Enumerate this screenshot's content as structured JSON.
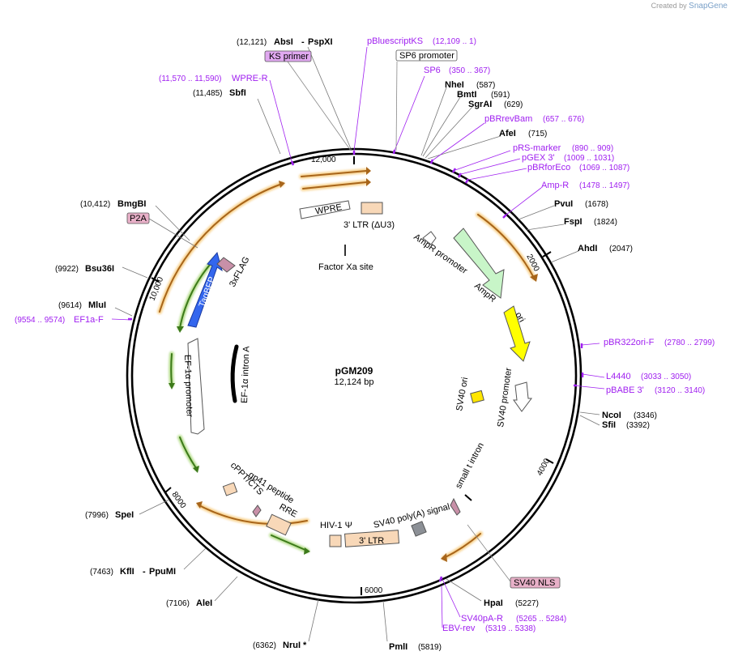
{
  "credit": {
    "prefix": "Created by",
    "brand": "SnapGene"
  },
  "plasmid": {
    "name": "pGM209",
    "size": "12,124 bp"
  },
  "ticks": [
    "12,000",
    "2000",
    "4000",
    "6000",
    "8000",
    "10,000"
  ],
  "enzymes": [
    {
      "name": "AbsI",
      "coord": "(12,121)"
    },
    {
      "name": "PspXI",
      "coord": ""
    },
    {
      "name": "SbfI",
      "coord": "(11,485)"
    },
    {
      "name": "NheI",
      "coord": "(587)"
    },
    {
      "name": "BmtI",
      "coord": "(591)"
    },
    {
      "name": "SgrAI",
      "coord": "(629)"
    },
    {
      "name": "AfeI",
      "coord": "(715)"
    },
    {
      "name": "PvuI",
      "coord": "(1678)"
    },
    {
      "name": "FspI",
      "coord": "(1824)"
    },
    {
      "name": "AhdI",
      "coord": "(2047)"
    },
    {
      "name": "NcoI",
      "coord": "(3346)"
    },
    {
      "name": "SfiI",
      "coord": "(3392)"
    },
    {
      "name": "HpaI",
      "coord": "(5227)"
    },
    {
      "name": "PmlI",
      "coord": "(5819)"
    },
    {
      "name": "NruI *",
      "coord": "(6362)"
    },
    {
      "name": "AleI",
      "coord": "(7106)"
    },
    {
      "name": "KflI",
      "coord": "(7463)"
    },
    {
      "name": "PpuMI",
      "coord": ""
    },
    {
      "name": "SpeI",
      "coord": "(7996)"
    },
    {
      "name": "MluI",
      "coord": "(9614)"
    },
    {
      "name": "Bsu36I",
      "coord": "(9922)"
    },
    {
      "name": "BmgBI",
      "coord": "(10,412)"
    }
  ],
  "primers": [
    {
      "name": "pBluescriptKS",
      "coord": "(12,109 .. 1)"
    },
    {
      "name": "SP6",
      "coord": "(350 .. 367)"
    },
    {
      "name": "pBRrevBam",
      "coord": "(657 .. 676)"
    },
    {
      "name": "pRS-marker",
      "coord": "(890 .. 909)"
    },
    {
      "name": "pGEX 3'",
      "coord": "(1009 .. 1031)"
    },
    {
      "name": "pBRforEco",
      "coord": "(1069 .. 1087)"
    },
    {
      "name": "Amp-R",
      "coord": "(1478 .. 1497)"
    },
    {
      "name": "pBR322ori-F",
      "coord": "(2780 .. 2799)"
    },
    {
      "name": "L4440",
      "coord": "(3033 .. 3050)"
    },
    {
      "name": "pBABE 3'",
      "coord": "(3120 .. 3140)"
    },
    {
      "name": "SV40pA-R",
      "coord": "(5265 .. 5284)"
    },
    {
      "name": "EBV-rev",
      "coord": "(5319 .. 5338)"
    },
    {
      "name": "EF1a-F",
      "coord": "(9554 .. 9574)"
    },
    {
      "name": "WPRE-R",
      "coord": "(11,570 .. 11,590)"
    }
  ],
  "boxed_labels": [
    "KS primer",
    "SP6 promoter",
    "P2A",
    "SV40 NLS"
  ],
  "features": [
    "WPRE",
    "3' LTR (ΔU3)",
    "Factor Xa site",
    "AmpR promoter",
    "AmpR",
    "ori",
    "SV40 ori",
    "SV40 promoter",
    "small t intron",
    "SV40 poly(A) signal",
    "3' LTR",
    "HIV-1 Ψ",
    "RRE",
    "gp41 peptide",
    "cPPT/CTS",
    "EF-1α promoter",
    "EF-1α intron A",
    "TagBFP",
    "3xFLAG"
  ],
  "colors": {
    "ring": "#000000",
    "primer": "#a020f0",
    "orange_arrow": "#b06d1a",
    "green_arrow": "#5aa02c",
    "ltr": "#f8d8b8",
    "ampr": "#c8f5c8",
    "ori": "#ffff00",
    "sv40_ori": "#ffe600",
    "tagbfp": "#3366ee",
    "flag": "#c890a8",
    "polyA": "#8c9096",
    "label_pink": "#e8b0c8"
  }
}
